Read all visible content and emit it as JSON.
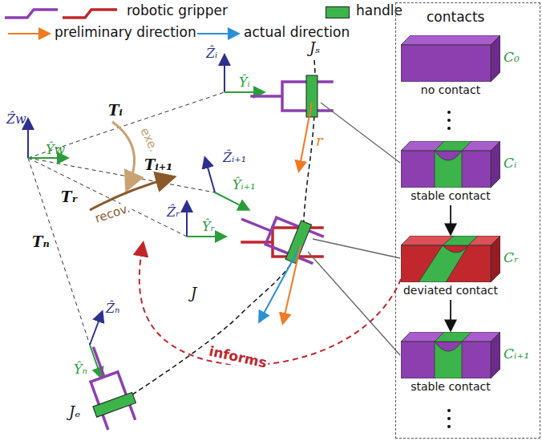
{
  "diagram": {
    "nodes": [
      {
        "text": [
          "contacts"
        ]
      },
      {
        "text": [
          "no contact",
          "C₀"
        ],
        "in": 0
      },
      {
        "text": [
          "stable contact",
          "Cᵢ"
        ],
        "in": 0
      },
      {
        "text": [
          "deviated contact",
          "Cᵣ"
        ],
        "in": 0
      },
      {
        "text": [
          "stable contact",
          "Cᵢ₊₁"
        ],
        "in": 0
      }
    ],
    "edges": [
      {
        "from": 2,
        "to": 3,
        "arrow": "to"
      },
      {
        "from": 3,
        "to": 4,
        "arrow": "to"
      }
    ],
    "labels": [
      "Ẑw",
      "Ŷw",
      "Ẑᵢ",
      "Ŷᵢ",
      "Tᵢ",
      "exe.",
      "Tᵢ₊₁",
      "Ẑᵢ₊₁",
      "Ŷᵢ₊₁",
      "Ẑᵣ",
      "Ŷᵣ",
      "Tᵣ",
      "recov.",
      "Tₙ",
      "Ẑₙ",
      "Ŷₙ",
      "Jₛ",
      "r",
      "J",
      "Jₑ",
      "informs"
    ],
    "legend": [
      {
        "text": "robotic gripper"
      },
      {
        "text": "handle",
        "color": "#3cb44b"
      },
      {
        "text": "preliminary direction"
      },
      {
        "text": "actual direction"
      }
    ]
  }
}
